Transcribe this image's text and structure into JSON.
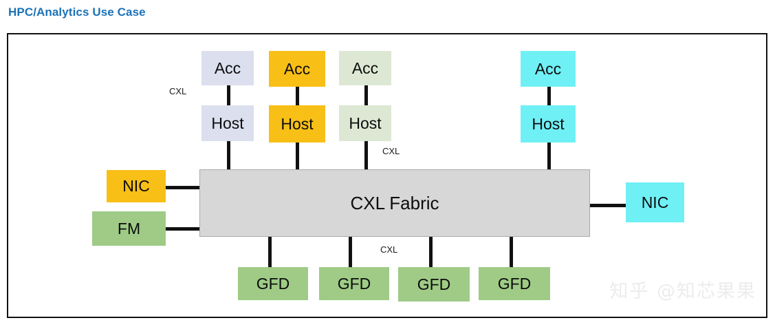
{
  "page": {
    "title": "HPC/Analytics Use Case",
    "watermark": "知乎 @知芯果果"
  },
  "colors": {
    "title_blue": "#1b72b8",
    "lavender": "#dbdfee",
    "amber": "#f8bf16",
    "pale_green": "#dde8d4",
    "cyan": "#6ff0f5",
    "green": "#9fcb86",
    "fabric_gray": "#d7d7d7",
    "line_black": "#111111",
    "frame_black": "#111111"
  },
  "diagram": {
    "type": "block-diagram",
    "fabric": {
      "label": "CXL Fabric",
      "color": "fabric_gray"
    },
    "stacks": [
      {
        "acc_label": "Acc",
        "host_label": "Host",
        "color": "lavender"
      },
      {
        "acc_label": "Acc",
        "host_label": "Host",
        "color": "amber"
      },
      {
        "acc_label": "Acc",
        "host_label": "Host",
        "color": "pale_green"
      },
      {
        "acc_label": "Acc",
        "host_label": "Host",
        "color": "cyan"
      }
    ],
    "left_nodes": [
      {
        "label": "NIC",
        "color": "amber"
      },
      {
        "label": "FM",
        "color": "green"
      }
    ],
    "right_nodes": [
      {
        "label": "NIC",
        "color": "cyan"
      }
    ],
    "bottom_nodes": [
      {
        "label": "GFD",
        "color": "green"
      },
      {
        "label": "GFD",
        "color": "green"
      },
      {
        "label": "GFD",
        "color": "green"
      },
      {
        "label": "GFD",
        "color": "green"
      }
    ],
    "edge_labels": [
      {
        "text": "CXL",
        "where": "acc-host-link-1"
      },
      {
        "text": "CXL",
        "where": "host-fabric-link-3"
      },
      {
        "text": "CXL",
        "where": "fabric-gfd-link"
      }
    ]
  }
}
